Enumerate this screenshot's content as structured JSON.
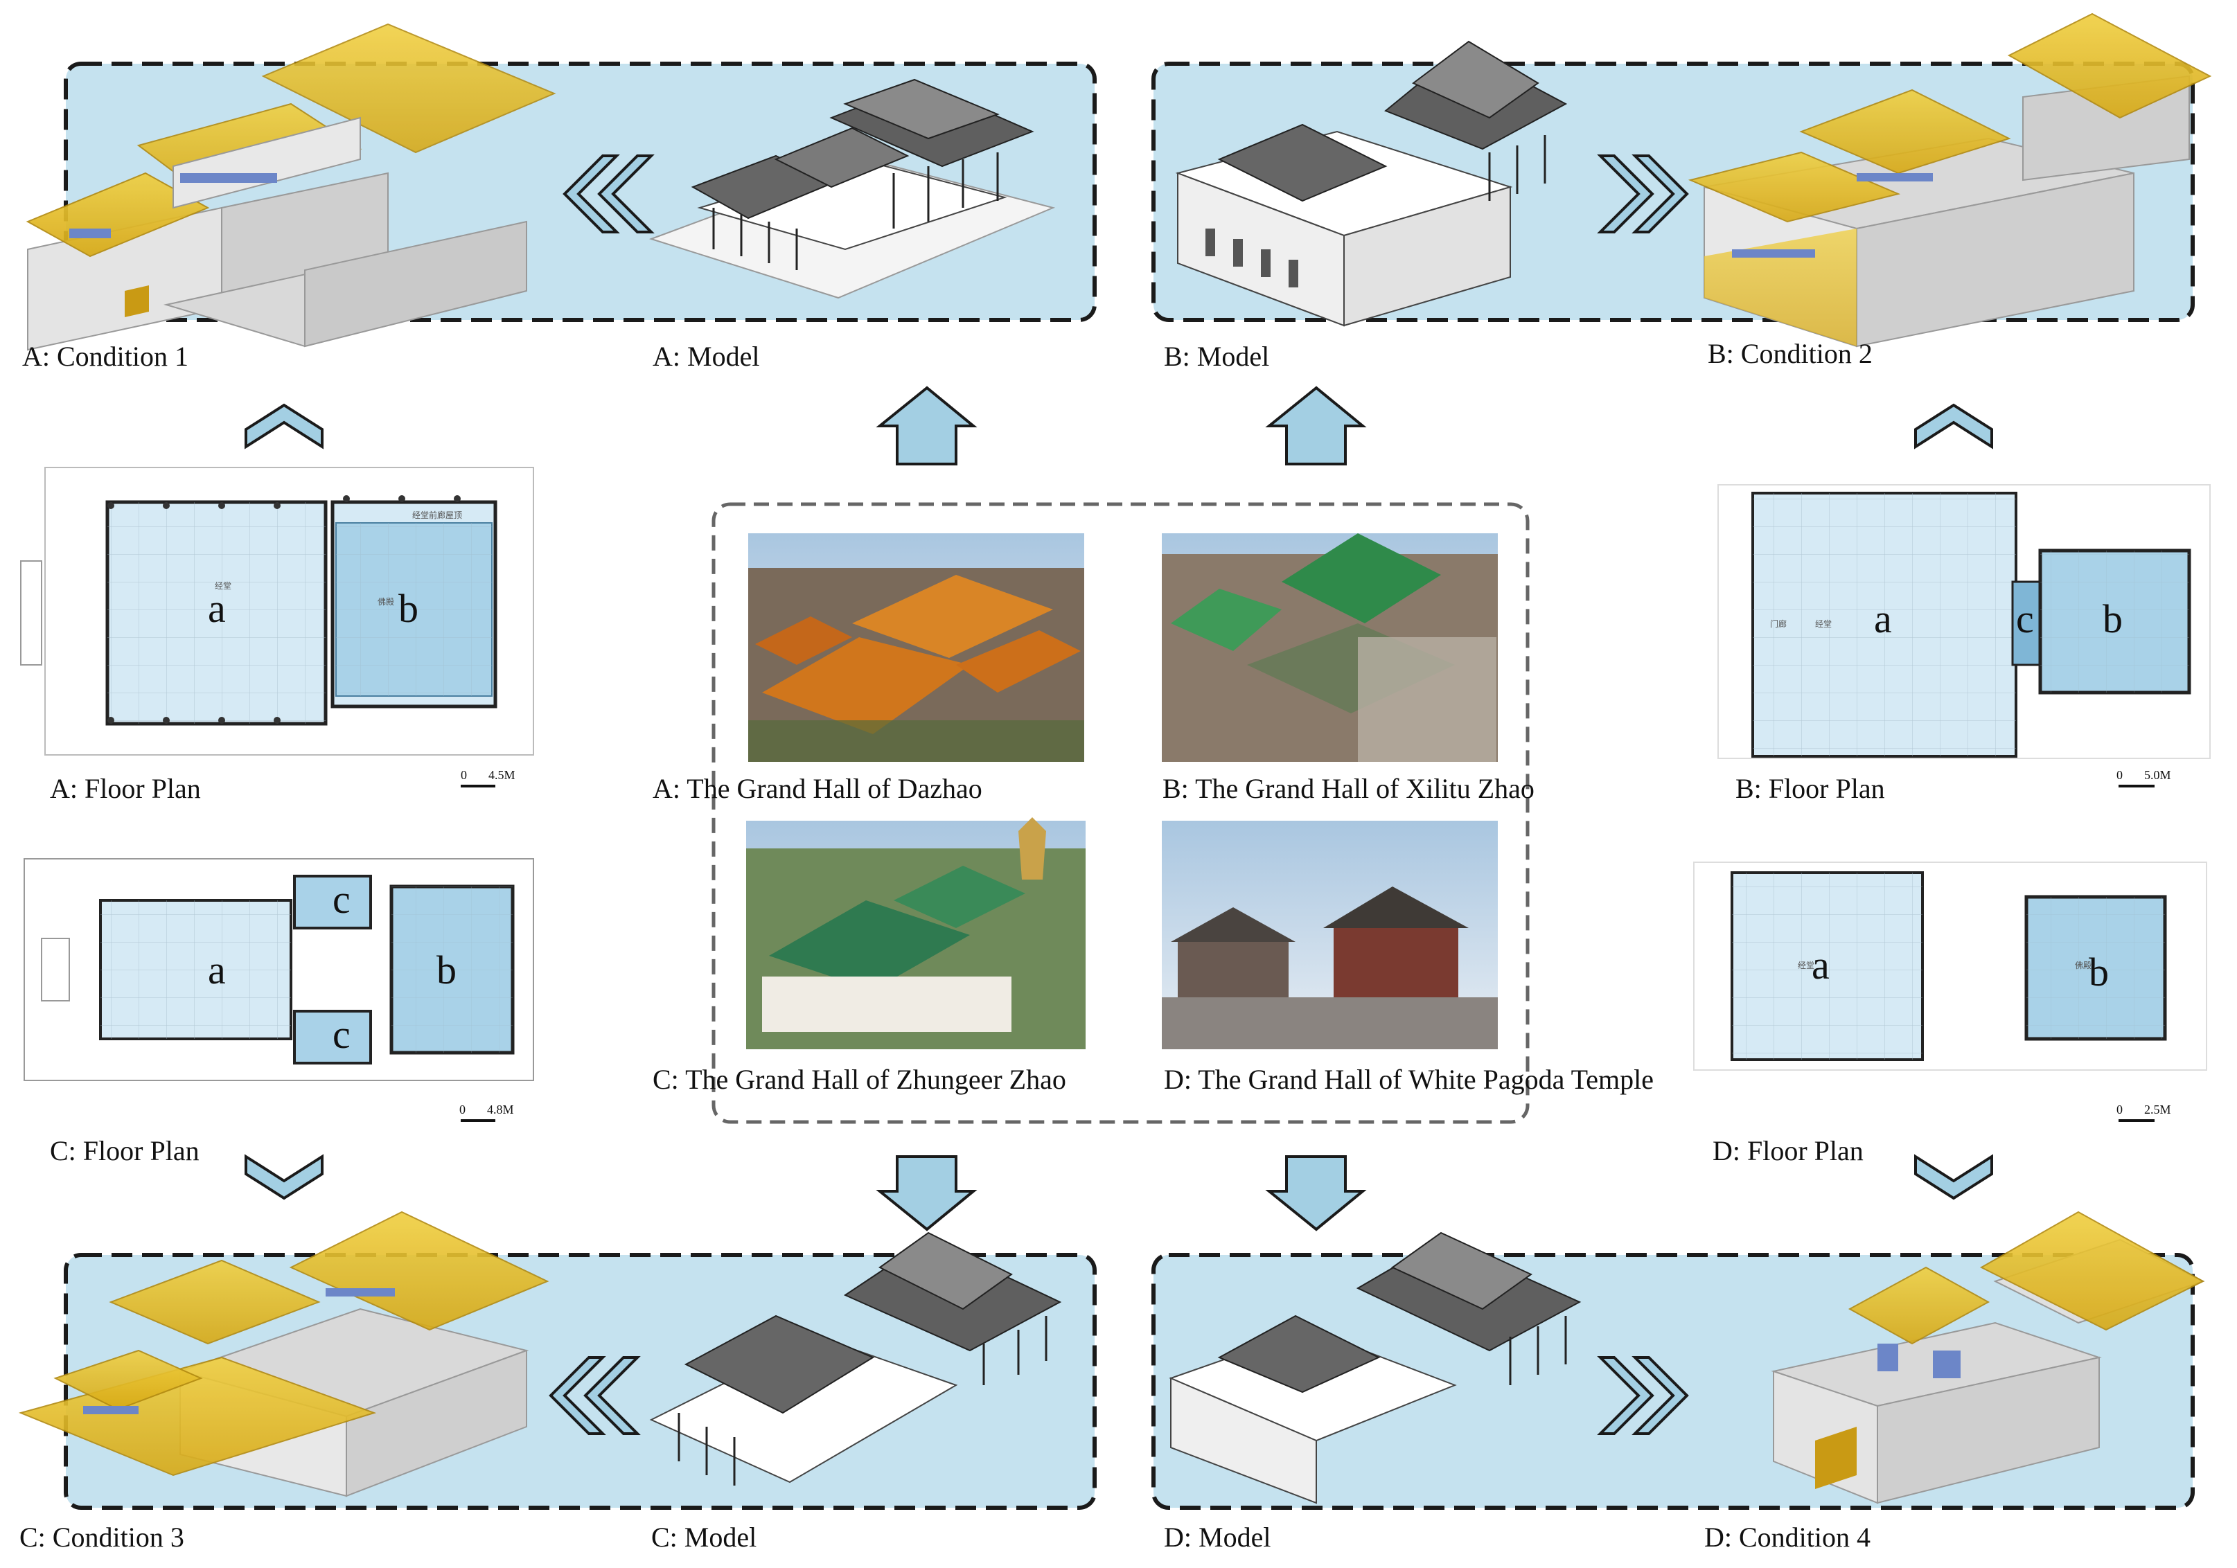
{
  "panels": {
    "a_condition": "A: Condition 1",
    "a_model": "A: Model",
    "b_model": "B: Model",
    "b_condition": "B: Condition 2",
    "c_condition": "C: Condition 3",
    "c_model": "C: Model",
    "d_model": "D: Model",
    "d_condition": "D: Condition 4"
  },
  "floor_plans": {
    "a": {
      "caption": "A: Floor Plan",
      "scale_zero": "0",
      "scale_value": "4.5M",
      "zones": [
        "a",
        "b"
      ],
      "room_labels": [
        "经堂",
        "佛殿",
        "经堂前廊屋顶"
      ]
    },
    "b": {
      "caption": "B: Floor Plan",
      "scale_zero": "0",
      "scale_value": "5.0M",
      "zones": [
        "a",
        "c",
        "b"
      ],
      "room_labels": [
        "门廊",
        "经堂"
      ]
    },
    "c": {
      "caption": "C: Floor Plan",
      "scale_zero": "0",
      "scale_value": "4.8M",
      "zones": [
        "a",
        "b",
        "c",
        "c"
      ]
    },
    "d": {
      "caption": "D: Floor Plan",
      "scale_zero": "0",
      "scale_value": "2.5M",
      "zones": [
        "a",
        "b"
      ],
      "room_labels": [
        "经堂",
        "佛殿"
      ]
    }
  },
  "photos": [
    {
      "caption": "A: The Grand Hall of Dazhao"
    },
    {
      "caption": "B: The Grand Hall of Xilitu Zhao"
    },
    {
      "caption": "C: The Grand Hall of Zhungeer Zhao"
    },
    {
      "caption": "D: The Grand Hall of White Pagoda Temple"
    }
  ],
  "colors": {
    "panel_fill": "#c5e2ef",
    "plan_fill": "#d6eaf5",
    "plan_fill_dark": "#a9d2e8",
    "arrow_fill": "#a3cfe3",
    "roof_gold": "#e8c12a",
    "dash_border": "#1a1a1a"
  },
  "icons": [
    "double-chevron-left-icon",
    "double-chevron-right-icon",
    "chevron-up-icon",
    "chevron-down-icon",
    "block-arrow-up-icon",
    "block-arrow-down-icon"
  ]
}
